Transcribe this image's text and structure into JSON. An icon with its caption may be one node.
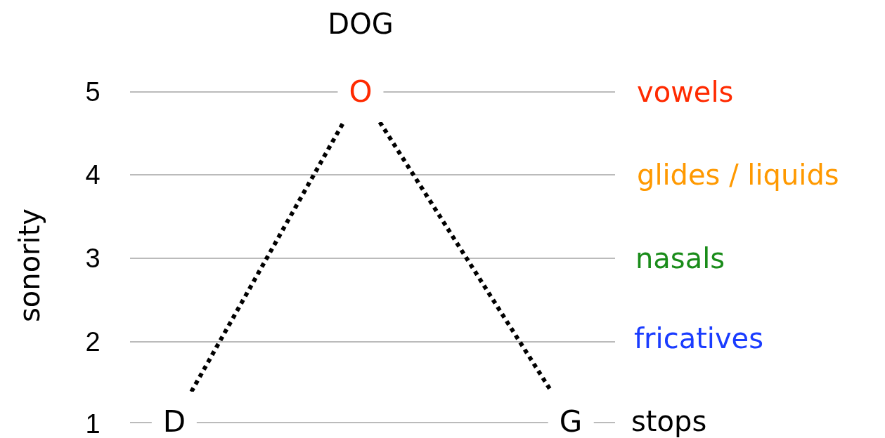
{
  "diagram": {
    "title": "DOG",
    "nodes": [
      {
        "text": [
          "O"
        ]
      },
      {
        "text": [
          "D"
        ]
      },
      {
        "text": [
          "G"
        ]
      }
    ],
    "edges": [
      {
        "from": 1,
        "to": 0,
        "arrow": "none",
        "style": "dashed"
      },
      {
        "from": 0,
        "to": 2,
        "arrow": "none",
        "style": "dashed"
      }
    ],
    "labels": [
      "5",
      "vowels",
      "4",
      "glides / liquids",
      "sonority",
      "3",
      "nasals",
      "2",
      "fricatives",
      "1",
      "stops"
    ]
  }
}
